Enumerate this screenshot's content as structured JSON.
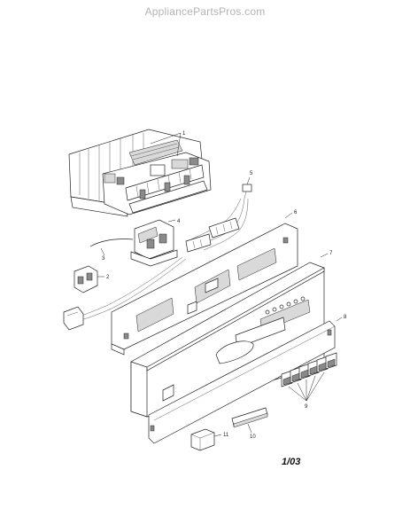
{
  "watermark": "AppliancePartsPros.com",
  "date_code": "1/03",
  "callouts": [
    "1",
    "2",
    "3",
    "4",
    "5",
    "6",
    "7",
    "8",
    "9",
    "10",
    "11"
  ]
}
